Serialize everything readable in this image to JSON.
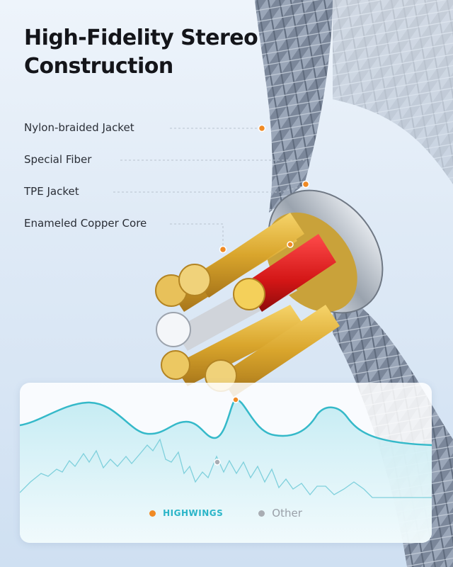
{
  "heading": {
    "line1": "High-Fidelity Stereo",
    "line2": "Construction"
  },
  "callouts": [
    "Nylon-braided Jacket",
    "Special Fiber",
    "TPE Jacket",
    "Enameled Copper Core"
  ],
  "legend": {
    "brand": "HIGHWINGS",
    "other": "Other"
  },
  "colors": {
    "accent_orange": "#f08a24",
    "wave_teal": "#35b9c9",
    "other_gray": "#a9adb3",
    "copper_gold": "#e0b53a",
    "core_red": "#d81e1e",
    "braid_gray": "#7f8a9c"
  }
}
